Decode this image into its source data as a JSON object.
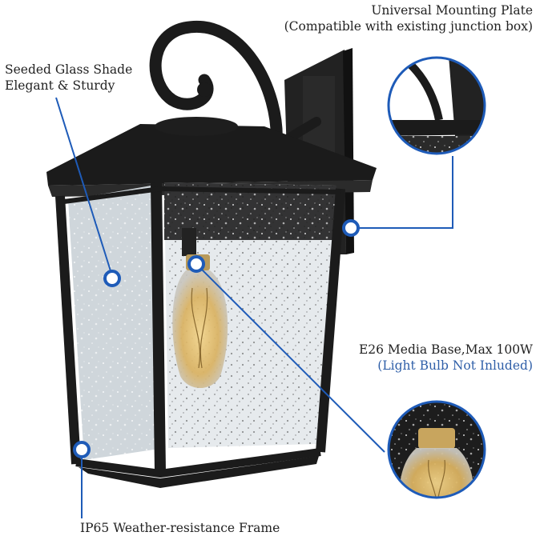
{
  "callouts": {
    "mounting_plate": {
      "line1": "Universal Mounting Plate",
      "line2": "(Compatible with existing junction box)"
    },
    "glass_shade": {
      "line1": "Seeded Glass Shade",
      "line2": "Elegant & Sturdy"
    },
    "media_base": {
      "line1": "E26 Media Base,Max 100W",
      "line2": "(Light Bulb Not Inluded)"
    },
    "frame": {
      "line1": "IP65 Weather-resistance Frame"
    }
  },
  "colors": {
    "accent": "#1e5bb8",
    "fixture": "#1b1b1b",
    "text": "#222222",
    "note": "#2f5fa8"
  }
}
